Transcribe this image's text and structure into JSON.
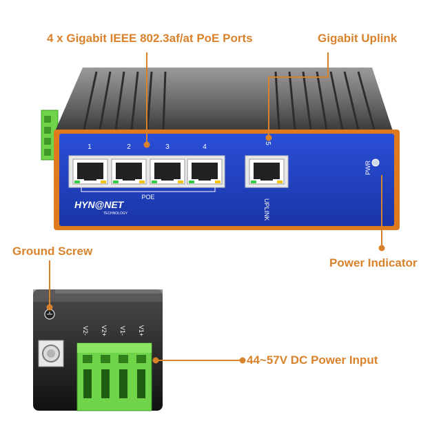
{
  "callouts": {
    "poe_ports": "4 x Gigabit IEEE 802.3af/at PoE Ports",
    "uplink": "Gigabit Uplink",
    "ground": "Ground Screw",
    "power_indicator": "Power Indicator",
    "dc_input": "44~57V DC Power Input"
  },
  "device": {
    "port_numbers": [
      "1",
      "2",
      "3",
      "4",
      "5"
    ],
    "poe_label": "POE",
    "uplink_label": "UPLINK",
    "pwr_label": "PWR",
    "brand": "HYN@NET",
    "brand_sub": "TECHNOLOGY"
  },
  "terminal": {
    "labels": [
      "V2-",
      "V2+",
      "V1-",
      "V1+"
    ]
  },
  "colors": {
    "accent": "#d9822b",
    "panel_blue": "#1f3fbf",
    "terminal_green": "#6fd44a"
  }
}
